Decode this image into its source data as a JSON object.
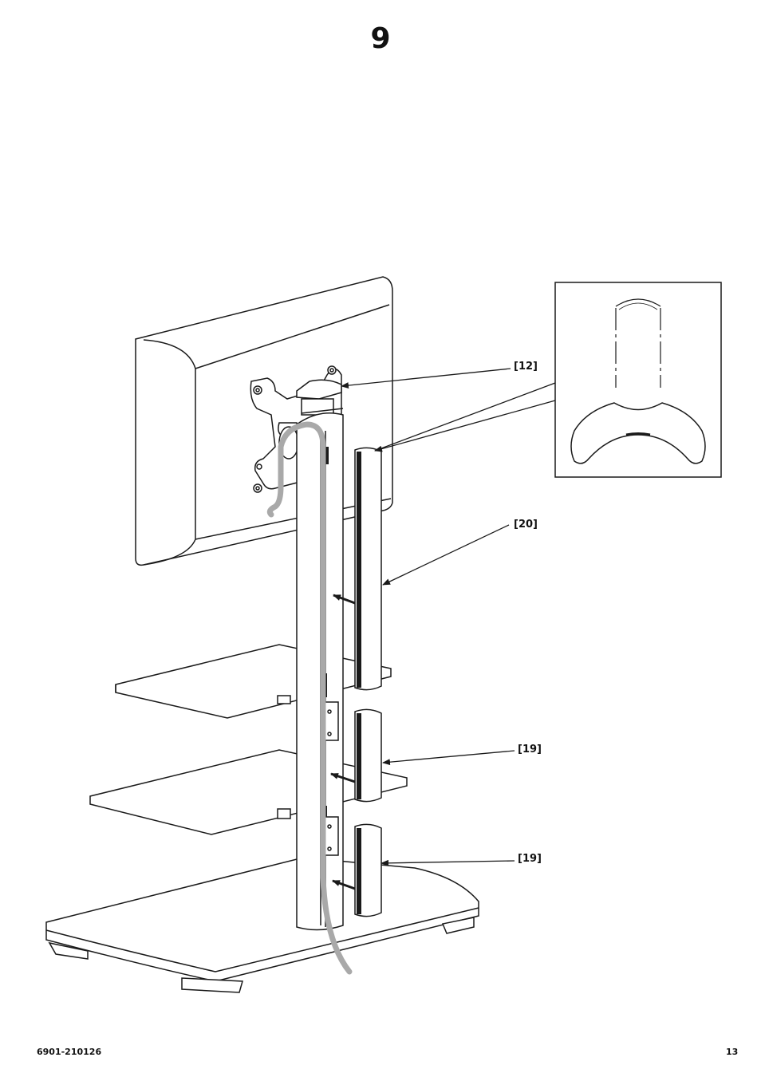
{
  "page": {
    "step_number": "9",
    "doc_code": "6901-210126",
    "page_number": "13"
  },
  "callouts": {
    "part_12": "[12]",
    "part_20": "[20]",
    "part_19_upper": "[19]",
    "part_19_lower": "[19]"
  },
  "colors": {
    "line": "#1a1a1a",
    "cable": "#a9a9a9",
    "panel": "#ffffff"
  }
}
